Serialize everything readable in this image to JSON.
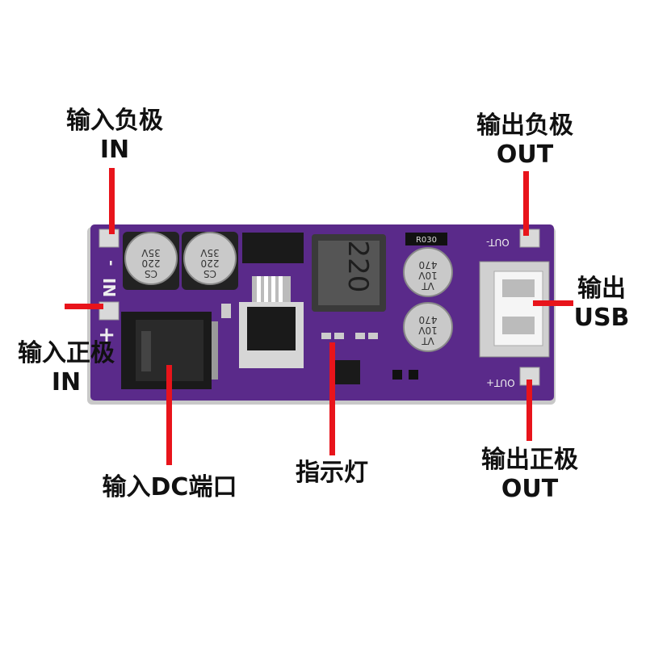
{
  "labels": {
    "in_neg": {
      "line1": "输入负极",
      "line2": "IN"
    },
    "out_neg": {
      "line1": "输出负极",
      "line2": "OUT"
    },
    "out_usb": {
      "line1": "输出",
      "line2": "USB"
    },
    "in_pos": {
      "line1": "输入正极",
      "line2": "IN"
    },
    "dc_port": {
      "line1": "输入DC端口"
    },
    "indicator": {
      "line1": "指示灯"
    },
    "out_pos": {
      "line1": "输出正极",
      "line2": "OUT"
    }
  },
  "silkscreen": {
    "in_minus": "-",
    "in_text": "IN",
    "in_plus": "+",
    "out_minus": "OUT-",
    "out_plus": "OUT+",
    "resistor": "R030",
    "inductor": "220"
  },
  "capacitors": {
    "input_cap": {
      "brand": "CS",
      "value": "220",
      "voltage": "35V"
    },
    "output_cap": {
      "brand": "VT",
      "value": "470",
      "voltage": "10V"
    }
  },
  "colors": {
    "pcb": "#5a2a8a",
    "pointer": "#e8141b",
    "text": "#111111"
  }
}
